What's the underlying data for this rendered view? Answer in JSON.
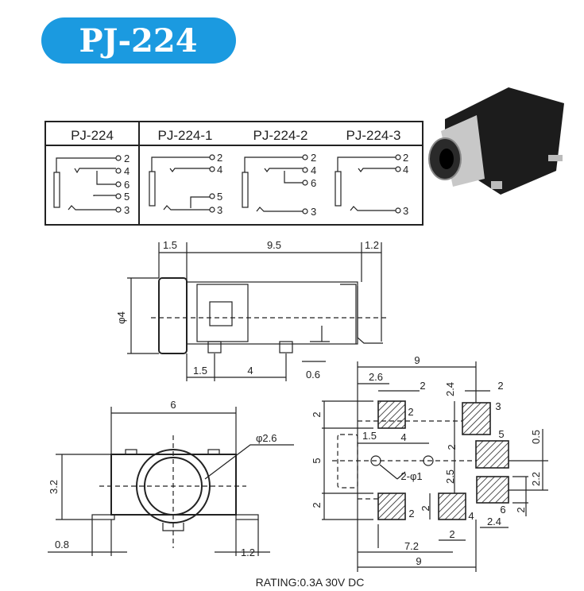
{
  "title": "PJ-224",
  "colors": {
    "title_bg": "#1b9ae0",
    "title_text": "#ffffff",
    "line": "#222222"
  },
  "schematic_table": {
    "columns": [
      {
        "header": "PJ-224",
        "pins": [
          "2",
          "4",
          "6",
          "5",
          "3"
        ]
      },
      {
        "header": "PJ-224-1",
        "pins": [
          "2",
          "4",
          "5",
          "3"
        ]
      },
      {
        "header": "PJ-224-2",
        "pins": [
          "2",
          "4",
          "6",
          "3"
        ]
      },
      {
        "header": "PJ-224-3",
        "pins": [
          "2",
          "4",
          "3"
        ]
      }
    ]
  },
  "side_view": {
    "top_left": "1.5",
    "top_mid": "9.5",
    "top_right": "1.2",
    "diameter": "φ4",
    "bottom_left": "1.5",
    "bottom_mid": "4",
    "bottom_right": "0.6"
  },
  "front_view": {
    "width": "6",
    "hole_diameter": "φ2.6",
    "height": "3.2",
    "left_tab": "0.8",
    "right_tab": "1.2"
  },
  "footprint": {
    "labels": [
      "9",
      "2.6",
      "2",
      "2.4",
      "2",
      "2",
      "3",
      "2",
      "1.5",
      "4",
      "5",
      "0.5",
      "5",
      "2",
      "2-φ1",
      "2.5",
      "2.2",
      "2",
      "2",
      "2",
      "4",
      "6",
      "2",
      "2.4",
      "2",
      "7.2",
      "9"
    ]
  },
  "rating": "RATING:0.3A 30V DC"
}
